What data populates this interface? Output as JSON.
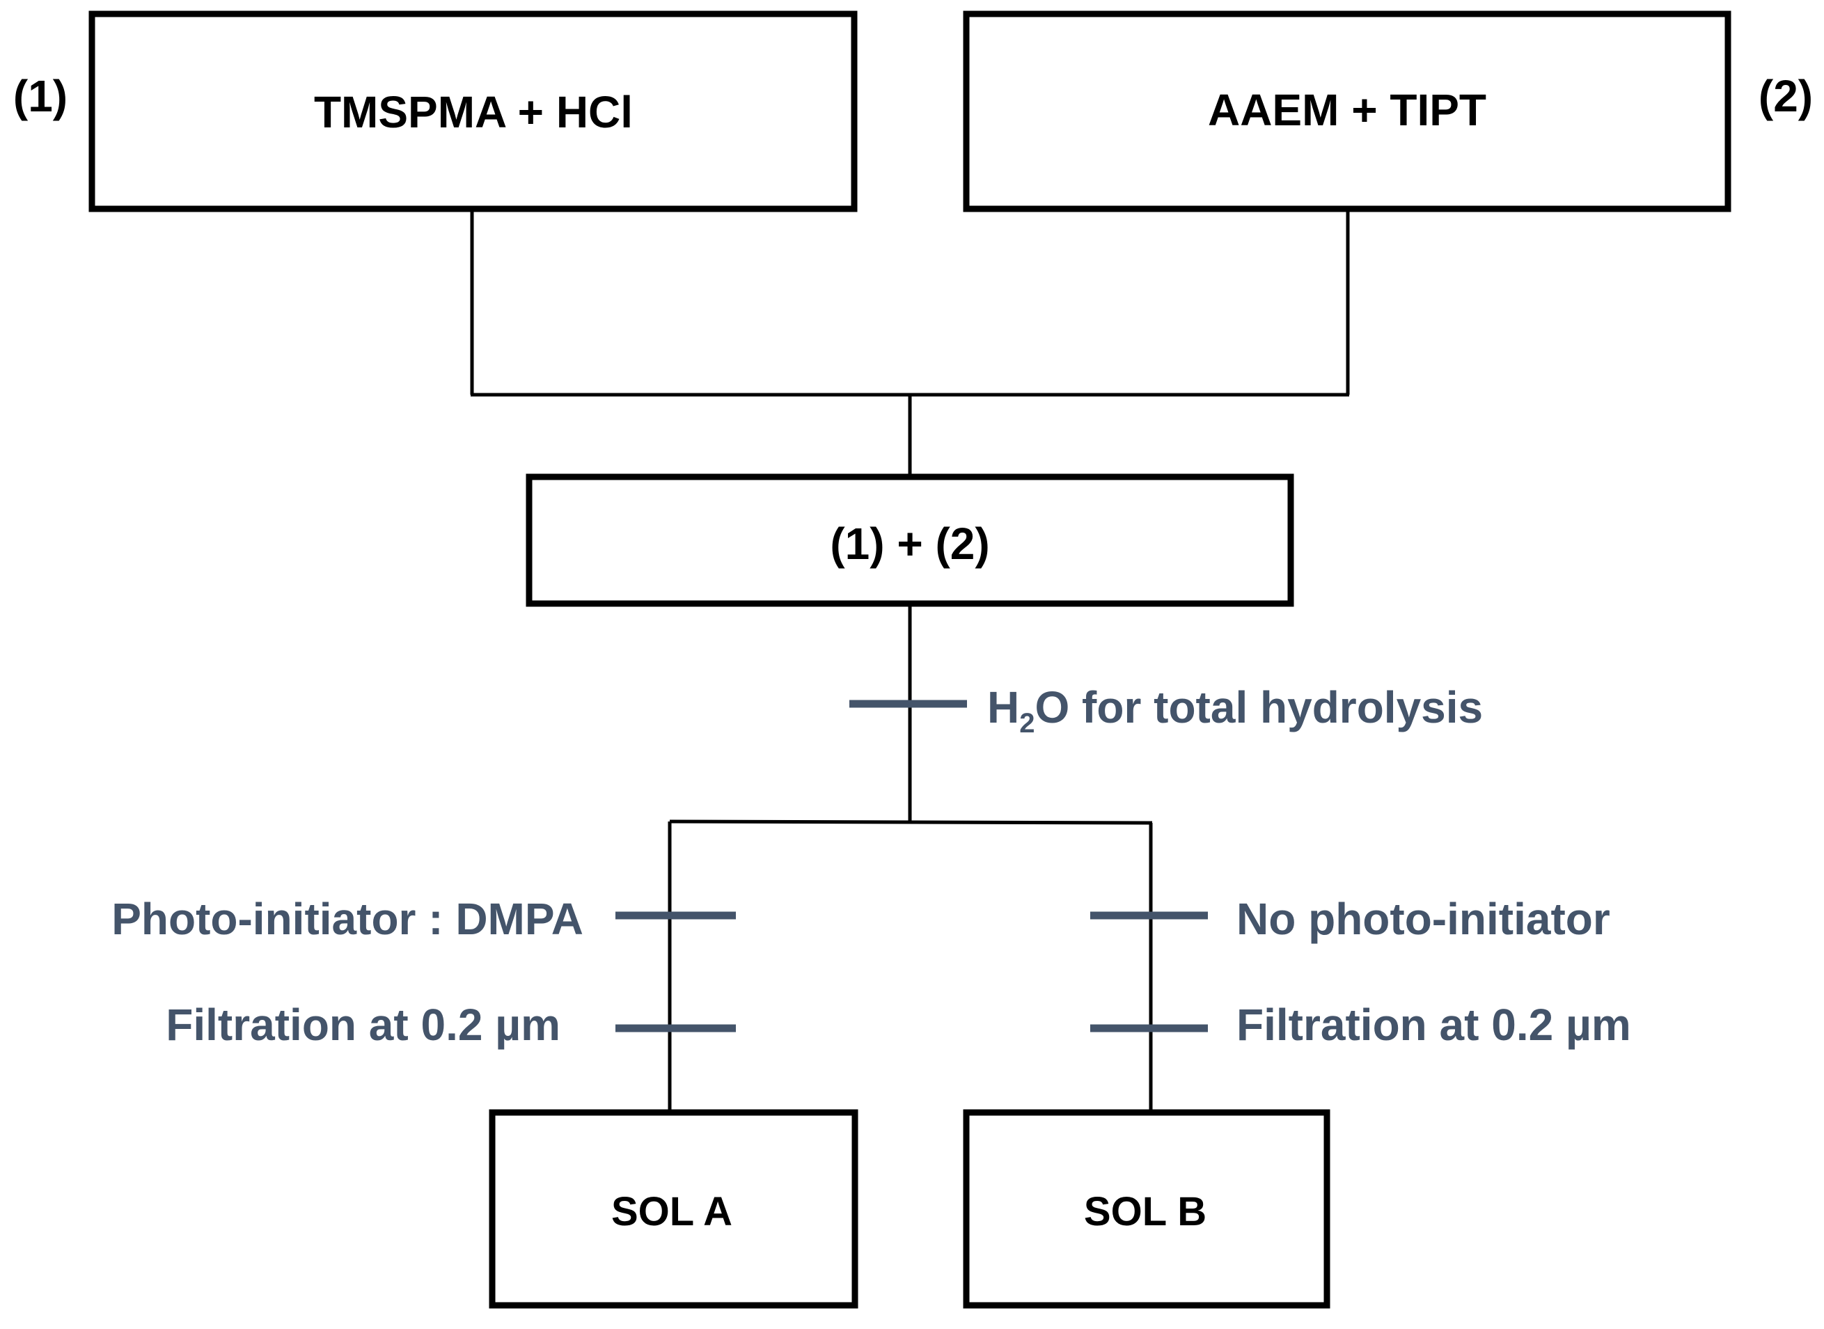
{
  "diagram": {
    "label_1": "(1)",
    "label_2": "(2)",
    "box_1": "TMSPMA + HCl",
    "box_2": "AAEM + TIPT",
    "box_mix": "(1) + (2)",
    "step_water": {
      "prefix": "H",
      "subscript": "2",
      "suffix": "O for total hydrolysis"
    },
    "left_branch": {
      "step_1": "Photo-initiator : DMPA",
      "step_2": "Filtration at 0.2 µm",
      "result": "SOL A"
    },
    "right_branch": {
      "step_1": "No photo-initiator",
      "step_2": "Filtration at 0.2 µm",
      "result": "SOL B"
    }
  },
  "colors": {
    "box_border": "#000000",
    "step_text": "#44546a",
    "step_tick": "#44546a"
  }
}
